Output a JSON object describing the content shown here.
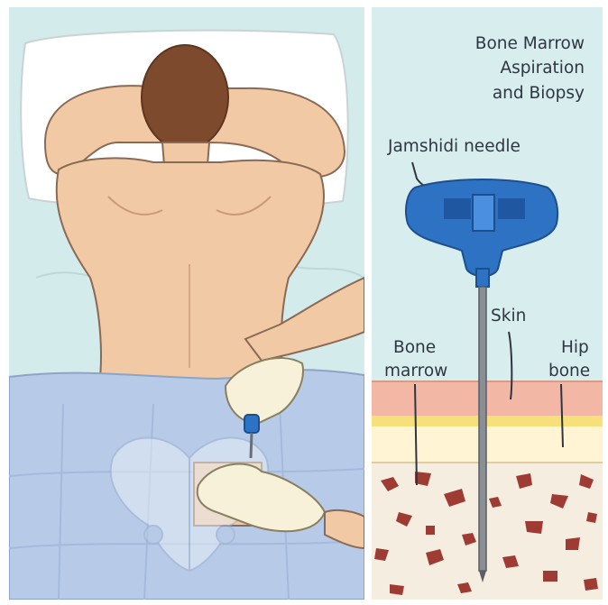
{
  "title_lines": [
    "Bone Marrow",
    "Aspiration",
    "and Biopsy"
  ],
  "labels": {
    "needle": "Jamshidi needle",
    "skin": "Skin",
    "bone_marrow": [
      "Bone",
      "marrow"
    ],
    "hip_bone": [
      "Hip",
      "bone"
    ]
  },
  "colors": {
    "background_left": "#d4ebeb",
    "background_right": "#d8eeee",
    "skin": "#f1c9a4",
    "hair": "#7d4a2e",
    "drape": "#b7cbe8",
    "needle": "#2e72c4",
    "marrow_spots": "#9e3b33",
    "skin_layer": "#f3b7a5",
    "fat_layer": "#f6e07a",
    "bone_area": "#f5eee0"
  },
  "icons": [
    "patient-illustration",
    "pelvis-bone-icon",
    "jamshidi-needle-icon",
    "gloved-hand-icon"
  ]
}
